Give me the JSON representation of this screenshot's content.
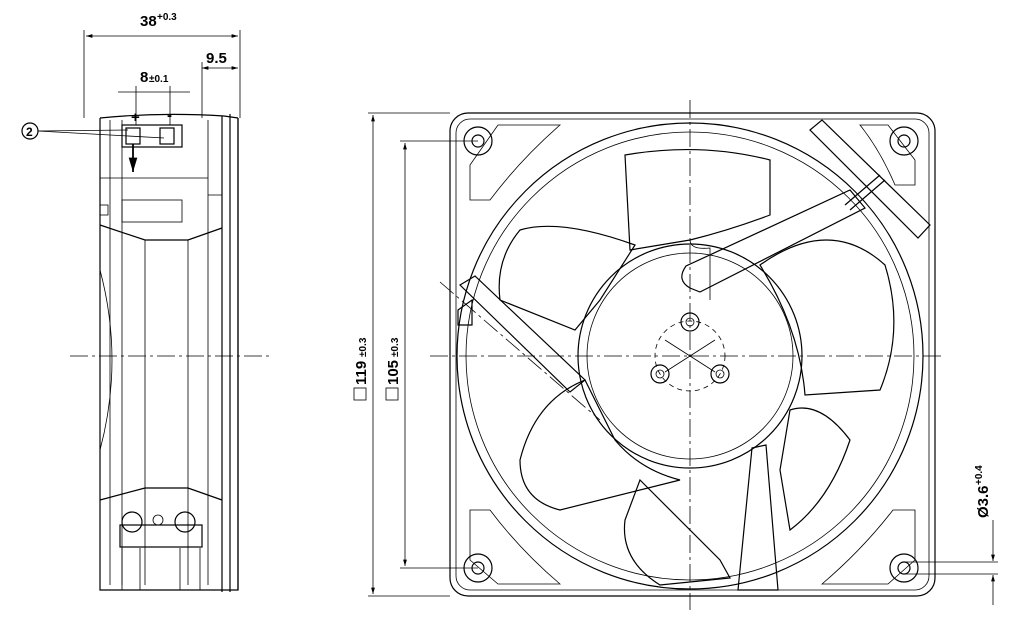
{
  "side_view": {
    "width_dim": "38",
    "width_tol": "+0.3",
    "terminal_spacing_dim": "8",
    "terminal_spacing_tol": "±0.1",
    "flange_dim": "9.5",
    "plus_label": "+",
    "minus_label": "-",
    "callout_number": "2"
  },
  "front_view": {
    "outer_square_dim": "119",
    "outer_square_tol": "±0.3",
    "hole_pitch_dim": "105",
    "hole_pitch_tol": "±0.3",
    "hole_dia_dim": "Ø3.6",
    "hole_dia_tol": "+0.4"
  }
}
